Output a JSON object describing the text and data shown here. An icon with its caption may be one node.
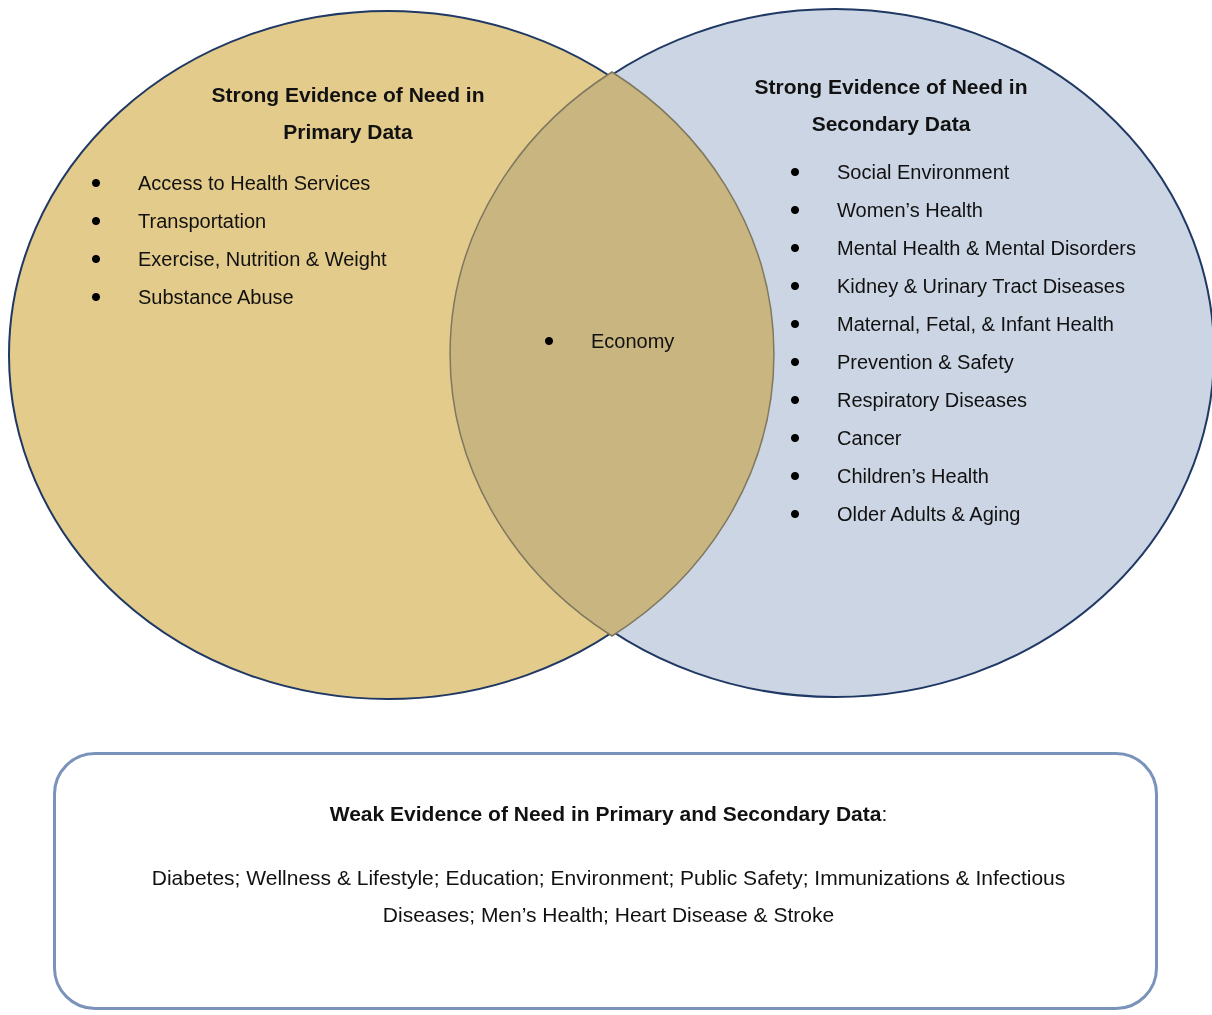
{
  "diagram": {
    "nodes": [
      {
        "text": [
          "Strong Evidence of Need in Primary Data",
          "Access to Health Services",
          "Transportation",
          "Exercise, Nutrition & Weight",
          "Substance Abuse"
        ]
      },
      {
        "text": [
          "Strong Evidence of Need in Secondary Data",
          "Social Environment",
          "Women’s Health",
          "Mental Health & Mental Disorders",
          "Kidney & Urinary Tract Diseases",
          "Maternal, Fetal, & Infant Health",
          "Prevention & Safety",
          "Respiratory Diseases",
          "Cancer",
          "Children’s Health",
          "Older Adults & Aging"
        ]
      },
      {
        "text": [
          "Economy"
        ]
      },
      {
        "text": [
          "**Weak Evidence of Need in Primary and Secondary Data**:",
          "Diabetes; Wellness & Lifestyle; Education; Environment; Public Safety; Immunizations & Infectious Diseases; Men’s Health; Heart Disease & Stroke"
        ]
      }
    ]
  }
}
